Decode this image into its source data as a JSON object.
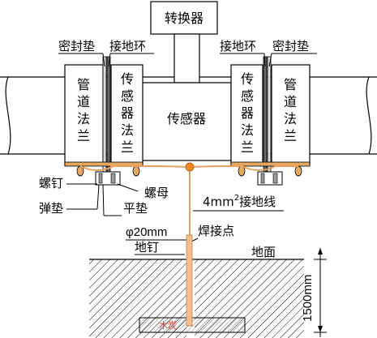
{
  "converter": {
    "label": "转换器"
  },
  "sensor_body": {
    "label": "传感器"
  },
  "left": {
    "gasket": "密封垫",
    "ground_ring": "接地环",
    "pipe_flange": [
      "管",
      "道",
      "法",
      "兰"
    ],
    "sensor_flange": [
      "传",
      "感",
      "器",
      "法",
      "兰"
    ]
  },
  "right": {
    "gasket": "密封垫",
    "ground_ring": "接地环",
    "pipe_flange": [
      "管",
      "道",
      "法",
      "兰"
    ],
    "sensor_flange": [
      "传",
      "感",
      "器",
      "法",
      "兰"
    ]
  },
  "hardware": {
    "bolt": "螺钉",
    "nut": "螺母",
    "spring_washer": "弹垫",
    "flat_washer": "平垫"
  },
  "ground_wire": {
    "size": "4mm",
    "superscript": "2",
    "suffix": "接地线"
  },
  "weld_point": "焊接点",
  "rod": {
    "diameter": "φ20mm",
    "name": "地钉"
  },
  "ground_surface": "地面",
  "depth_dimension": "1500mm",
  "charcoal_label": "木炭",
  "colors": {
    "line": "#000000",
    "wire": "#e8a060",
    "junction": "#ee8a2a",
    "rod": "#f0c090",
    "charcoal": "#e83a2a"
  }
}
